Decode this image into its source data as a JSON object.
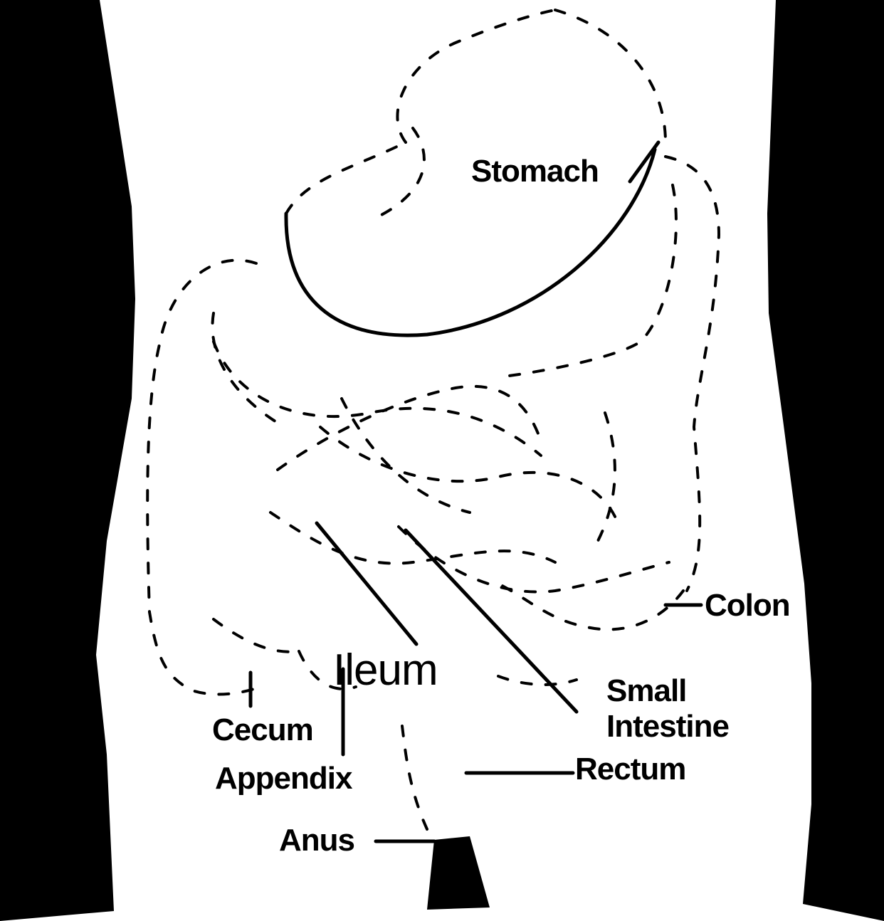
{
  "labels": {
    "stomach": "Stomach",
    "colon": "Colon",
    "ileum": "Ileum",
    "small_intestine_line1": "Small",
    "small_intestine_line2": "Intestine",
    "cecum": "Cecum",
    "appendix": "Appendix",
    "rectum": "Rectum",
    "anus": "Anus"
  },
  "colors": {
    "ink": "#000000",
    "background": "#ffffff"
  }
}
